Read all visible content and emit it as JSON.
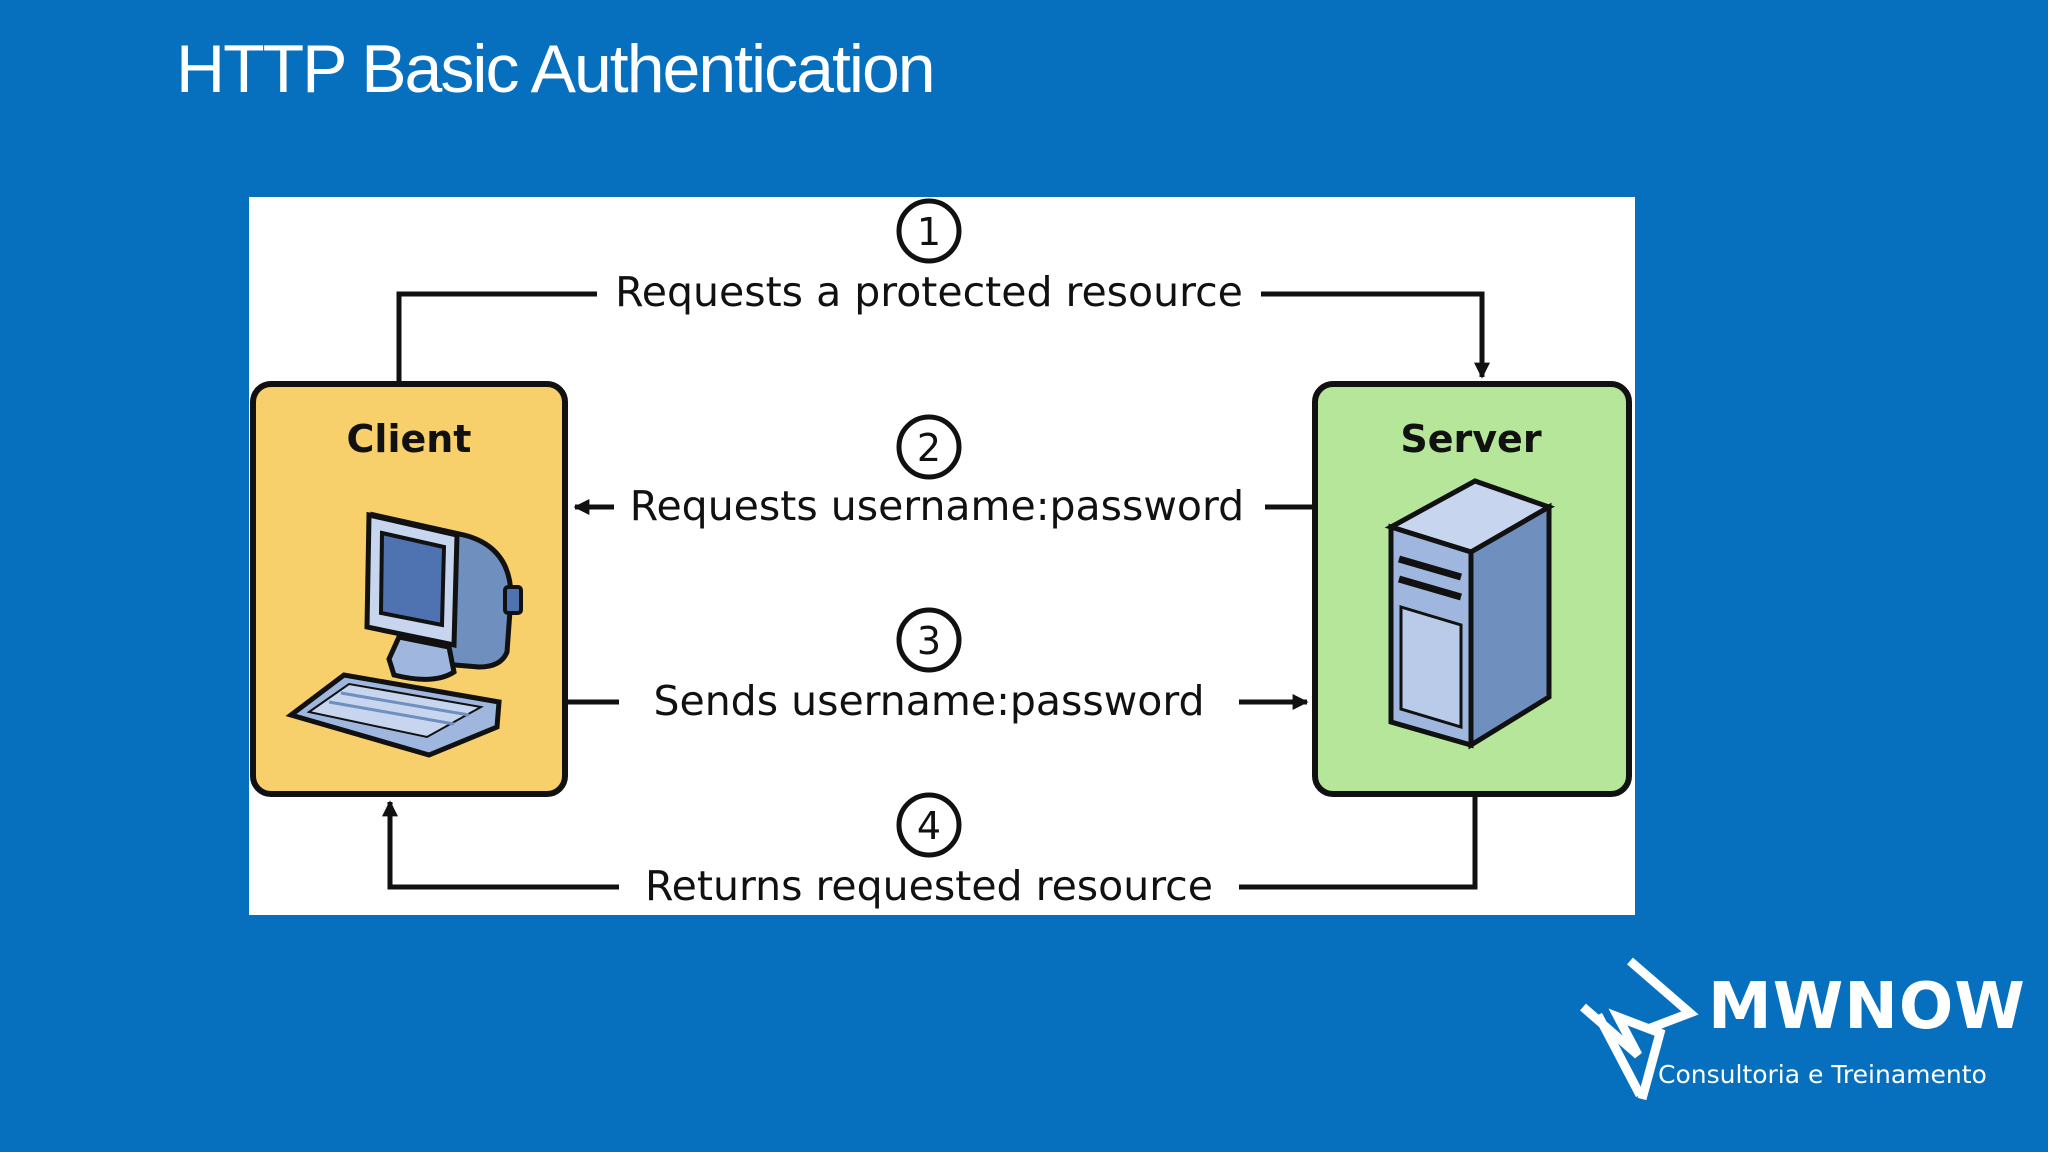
{
  "slide": {
    "title": "HTTP Basic Authentication"
  },
  "diagram": {
    "client_label": "Client",
    "server_label": "Server",
    "steps": [
      {
        "number": "1",
        "label": "Requests a protected resource",
        "direction": "client-to-server"
      },
      {
        "number": "2",
        "label": "Requests username:password",
        "direction": "server-to-client"
      },
      {
        "number": "3",
        "label": "Sends username:password",
        "direction": "client-to-server"
      },
      {
        "number": "4",
        "label": "Returns requested resource",
        "direction": "server-to-client"
      }
    ],
    "colors": {
      "client_box": "#f7cf6b",
      "server_box": "#b6e69a",
      "background": "#0670bf"
    },
    "icons": [
      "desktop-computer-icon",
      "server-tower-icon"
    ]
  },
  "logo": {
    "wordmark": "MWNOW",
    "tagline": "Consultoria e Treinamento",
    "icon": "mwnow-logo-icon"
  }
}
